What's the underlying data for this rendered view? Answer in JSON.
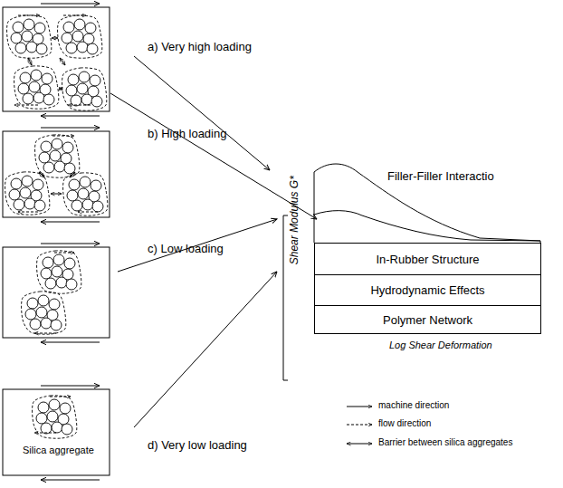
{
  "diagram": {
    "nodes": [
      {
        "text": [
          "In-Rubber Structure"
        ]
      },
      {
        "text": [
          "Hydrodynamic Effects"
        ]
      },
      {
        "text": [
          "Polymer Network"
        ]
      }
    ],
    "labels": [
      "a) Very high loading",
      "b) High loading",
      "c) Low loading",
      "d) Very low loading",
      "Filler-Filler Interactio",
      "Shear Modulus G*",
      "Log Shear Deformation",
      "Silica aggregate"
    ],
    "legend": [
      {
        "text": "machine direction"
      },
      {
        "text": "flow direction"
      },
      {
        "text": "Barrier between silica aggregates"
      }
    ]
  }
}
